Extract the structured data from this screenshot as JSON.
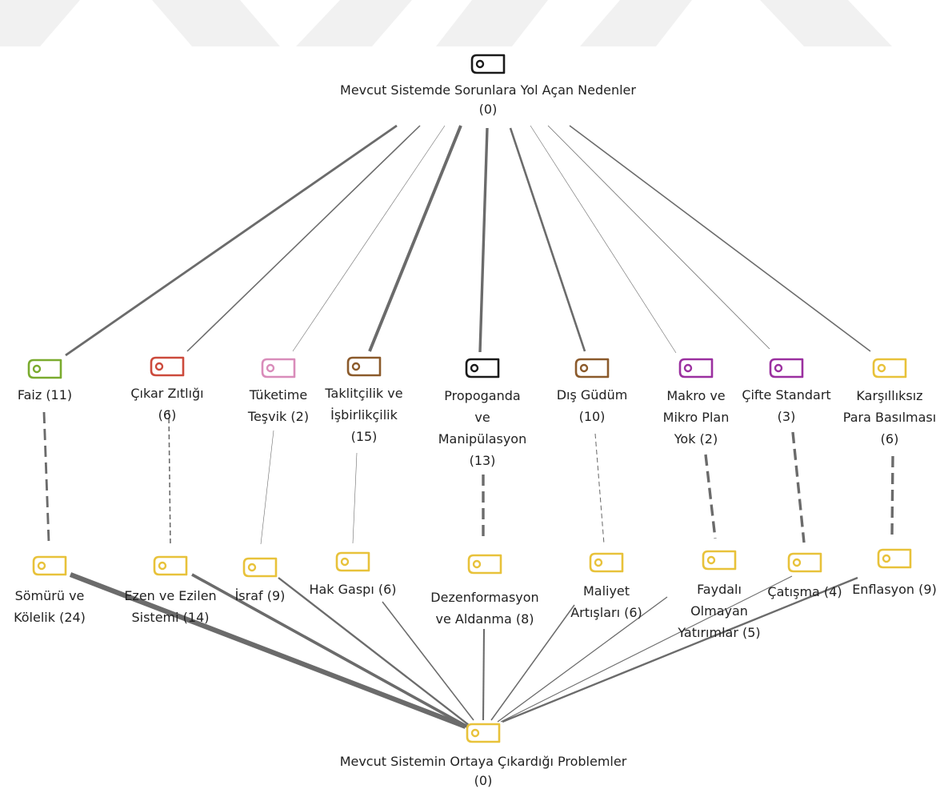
{
  "colors": {
    "black": "#1a1a1a",
    "green": "#7aab2e",
    "red": "#cc4a3c",
    "pink": "#d98cba",
    "brown": "#8b5a2b",
    "purple": "#9b30a0",
    "yellow": "#e8c23a",
    "edge": "#6b6b6b",
    "watermark": "#f1f1f1"
  },
  "nodes": [
    {
      "id": "root",
      "icon": "tag-icon",
      "color": "black",
      "lines": [
        "Mevcut Sistemde Sorunlara Yol Açan Nedenler",
        "(0)"
      ]
    },
    {
      "id": "faiz",
      "icon": "tag-icon",
      "color": "green",
      "lines": [
        "Faiz (11)"
      ]
    },
    {
      "id": "cikar",
      "icon": "tag-icon",
      "color": "red",
      "lines": [
        "Çıkar Zıtlığı",
        "(6)"
      ]
    },
    {
      "id": "tuketim",
      "icon": "tag-icon",
      "color": "pink",
      "lines": [
        "Tüketime",
        "Teşvik (2)"
      ]
    },
    {
      "id": "taklit",
      "icon": "tag-icon",
      "color": "brown",
      "lines": [
        "Taklitçilik ve",
        "İşbirlikçilik",
        "(15)"
      ]
    },
    {
      "id": "propaganda",
      "icon": "tag-icon",
      "color": "black",
      "lines": [
        "Propoganda",
        "ve",
        "Manipülasyon",
        "(13)"
      ]
    },
    {
      "id": "disgudum",
      "icon": "tag-icon",
      "color": "brown",
      "lines": [
        "Dış Güdüm",
        "(10)"
      ]
    },
    {
      "id": "makro",
      "icon": "tag-icon",
      "color": "purple",
      "lines": [
        "Makro ve",
        "Mikro Plan",
        "Yok (2)"
      ]
    },
    {
      "id": "cifte",
      "icon": "tag-icon",
      "color": "purple",
      "lines": [
        "Çifte Standart",
        "(3)"
      ]
    },
    {
      "id": "karsiliksiz",
      "icon": "tag-icon",
      "color": "yellow",
      "lines": [
        "Karşıllıksız",
        "Para Basılması",
        "(6)"
      ]
    },
    {
      "id": "somuru",
      "icon": "tag-icon",
      "color": "yellow",
      "lines": [
        "Sömürü ve",
        "Kölelik (24)"
      ]
    },
    {
      "id": "ezen",
      "icon": "tag-icon",
      "color": "yellow",
      "lines": [
        "Ezen ve Ezilen",
        "Sistemi (14)"
      ]
    },
    {
      "id": "israf",
      "icon": "tag-icon",
      "color": "yellow",
      "lines": [
        "İsraf (9)"
      ]
    },
    {
      "id": "hakgaspi",
      "icon": "tag-icon",
      "color": "yellow",
      "lines": [
        "Hak Gaspı (6)"
      ]
    },
    {
      "id": "dezenformasyon",
      "icon": "tag-icon",
      "color": "yellow",
      "lines": [
        "Dezenformasyon",
        "ve Aldanma (8)"
      ]
    },
    {
      "id": "maliyet",
      "icon": "tag-icon",
      "color": "yellow",
      "lines": [
        "Maliyet",
        "Artışları (6)"
      ]
    },
    {
      "id": "faydali",
      "icon": "tag-icon",
      "color": "yellow",
      "lines": [
        "Faydalı",
        "Olmayan",
        "Yatırımlar (5)"
      ]
    },
    {
      "id": "catisma",
      "icon": "tag-icon",
      "color": "yellow",
      "lines": [
        "Çatışma (4)"
      ]
    },
    {
      "id": "enflasyon",
      "icon": "tag-icon",
      "color": "yellow",
      "lines": [
        "Enflasyon (9)"
      ]
    },
    {
      "id": "problems",
      "icon": "tag-icon",
      "color": "yellow",
      "lines": [
        "Mevcut Sistemin Ortaya Çıkardığı Problemler",
        "(0)"
      ]
    }
  ],
  "edges": [
    {
      "from": "root",
      "to": "faiz",
      "style": "solid",
      "weight": 11
    },
    {
      "from": "root",
      "to": "cikar",
      "style": "solid",
      "weight": 6
    },
    {
      "from": "root",
      "to": "tuketim",
      "style": "solid",
      "weight": 2
    },
    {
      "from": "root",
      "to": "taklit",
      "style": "solid",
      "weight": 15
    },
    {
      "from": "root",
      "to": "propaganda",
      "style": "solid",
      "weight": 13
    },
    {
      "from": "root",
      "to": "disgudum",
      "style": "solid",
      "weight": 10
    },
    {
      "from": "root",
      "to": "makro",
      "style": "solid",
      "weight": 2
    },
    {
      "from": "root",
      "to": "cifte",
      "style": "solid",
      "weight": 3
    },
    {
      "from": "root",
      "to": "karsiliksiz",
      "style": "solid",
      "weight": 6
    },
    {
      "from": "faiz",
      "to": "somuru",
      "style": "dashed",
      "weight": 11
    },
    {
      "from": "cikar",
      "to": "ezen",
      "style": "dashed",
      "weight": 6
    },
    {
      "from": "tuketim",
      "to": "israf",
      "style": "solid",
      "weight": 2
    },
    {
      "from": "taklit",
      "to": "hakgaspi",
      "style": "solid",
      "weight": 2
    },
    {
      "from": "propaganda",
      "to": "dezenformasyon",
      "style": "dashed",
      "weight": 13
    },
    {
      "from": "disgudum",
      "to": "maliyet",
      "style": "dashed",
      "weight": 4
    },
    {
      "from": "makro",
      "to": "faydali",
      "style": "dashed",
      "weight": 13
    },
    {
      "from": "cifte",
      "to": "catisma",
      "style": "dashed",
      "weight": 13
    },
    {
      "from": "karsiliksiz",
      "to": "enflasyon",
      "style": "dashed",
      "weight": 13
    },
    {
      "from": "somuru",
      "to": "problems",
      "style": "solid",
      "weight": 24
    },
    {
      "from": "ezen",
      "to": "problems",
      "style": "solid",
      "weight": 14
    },
    {
      "from": "israf",
      "to": "problems",
      "style": "solid",
      "weight": 9
    },
    {
      "from": "hakgaspi",
      "to": "problems",
      "style": "solid",
      "weight": 6
    },
    {
      "from": "dezenformasyon",
      "to": "problems",
      "style": "solid",
      "weight": 8
    },
    {
      "from": "maliyet",
      "to": "problems",
      "style": "solid",
      "weight": 6
    },
    {
      "from": "faydali",
      "to": "problems",
      "style": "solid",
      "weight": 5
    },
    {
      "from": "catisma",
      "to": "problems",
      "style": "solid",
      "weight": 4
    },
    {
      "from": "enflasyon",
      "to": "problems",
      "style": "solid",
      "weight": 9
    }
  ]
}
